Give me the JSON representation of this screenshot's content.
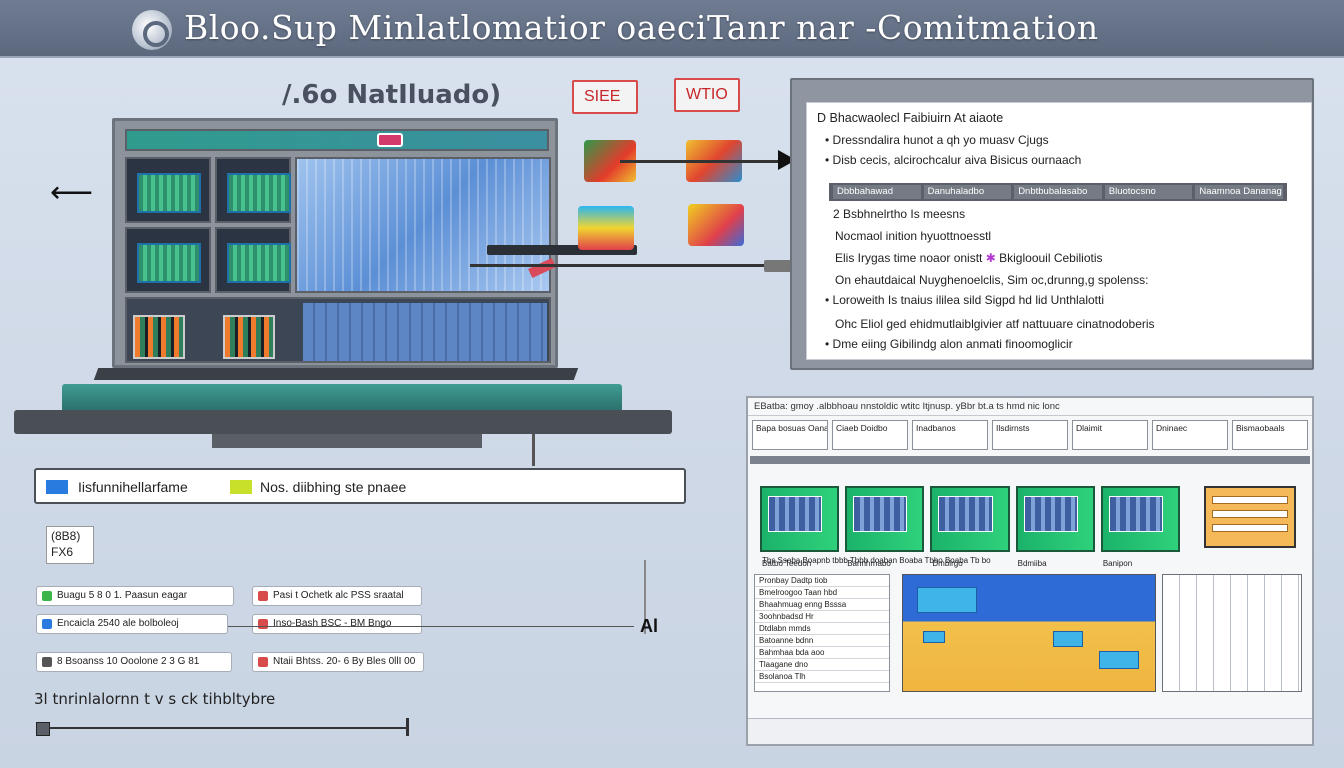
{
  "header": {
    "title": "Bloo.Sup Minlatlomatior oaeciTanr  nar -Comitmation"
  },
  "machine": {
    "title": "/.6o NatIluado)",
    "tag_left": "SIEE",
    "tag_right": "WTIO"
  },
  "info_panel": {
    "heading": "D Bhacwaolecl Faibiuirn At aiaote",
    "bullet_1": "• Dressndalira hunot a qh yo muasv Cjugs",
    "bullet_2": "• Disb cecis, alcirochcalur aiva Bisicus ournaach",
    "tabs": [
      "Dbbbahawad",
      "Danuhaladbo",
      "Dnbtbubalasabo",
      "Bluotocsno",
      "Naamnoa Dananag"
    ],
    "sub_1": "2 Bsbhnelrtho Is meesns",
    "sub_2": "Nocmaol inition hyuottnoesstl",
    "sub_3": "Elis Irygas time noaor onistt",
    "sub_3b": "Bkigloouil Cebiliotis",
    "sub_4": "On ehautdaical Nuyghenoelclis, Sim oc,drunng,g spolenss:",
    "bullet_3": "• Loroweith Is tnaius ililea sild  Sigpd hd lid Unthlalotti",
    "sub_5": "Ohc  Eliol ged ehidmutlaiblgivier atf nattuuare cinatnodoberis",
    "bullet_4": "• Dme eiing Gibilindg alon anmati finoomoglicir"
  },
  "legend": {
    "item_1": "Iisfunnihellarfame",
    "item_2": "Nos. diibhing  ste pnaee"
  },
  "badge": {
    "line_1": "(8B8)",
    "line_2": "FX6"
  },
  "status": {
    "pill_1": "Buagu  5  8 0  1. Paasun  eagar",
    "pill_2": "Encaicla  2540 ale bolboleoj",
    "pill_3": "8 Bsoanss  10  Ooolone  2  3  G  81",
    "pill_4": "Pasi t  Ochetk  alc  PSS sraatal",
    "pill_5": "Inso-Bash  BSC - BM Bngo",
    "pill_6": "Ntaii Bhtss.  20-  6 By  Bles  0llI 00",
    "end_mark": "Al"
  },
  "bottom": {
    "label": "3l tnrinlalornn t v s  ck tihbltybre"
  },
  "dashboard": {
    "title": "EBatba: gmoy  .albbhoau  nnstoldic  wtitc Itjnusp. yBbr bt.a  ts hmd nic  lonc",
    "toolbar": [
      "Bapa bosuas  Oanadhatiodoe",
      "Ciaeb  Doidbo",
      "Inadbanos",
      "Ilsdirnsts",
      "Dlaimit",
      "Dninaec",
      "Bismaobaals"
    ],
    "card_labels": [
      "Batbo  Teedon",
      "Bannhrnabo",
      "Dmbirgo",
      "Bdmiiba",
      "Banipon"
    ],
    "cardrow_caption": "Tbs  Ssoba  Boapnb  tbbb  Tbbb  doaban  Boaba  Tbbo  Boaba  Tb bo",
    "table_rows": [
      "Pronbay  Dadtp  tiob",
      "Bmelroogoo  Taan  hbd",
      "Bhaahmuag  enng  Bsssa",
      "3oohnbadsd  Hr",
      "Dtdlabn  mmds",
      "Batoanne  bdnn",
      "Bahmhaa  bda  aoo",
      "Tlaagane  dno",
      "Bsolanoa  Tlh"
    ]
  },
  "colors": {
    "header_bg": "#5c687d",
    "accent_teal": "#2f9b8d",
    "tag_red": "#c7262a",
    "legend_blue": "#2a7be0",
    "legend_lime": "#c8e02a"
  }
}
